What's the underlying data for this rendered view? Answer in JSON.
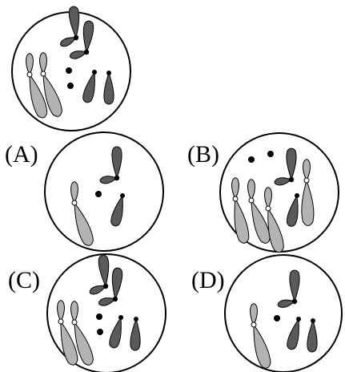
{
  "options": {
    "a": "(A)",
    "b": "(B)",
    "c": "(C)",
    "d": "(D)"
  },
  "colors": {
    "outline": "#000000",
    "light_chromosome": "#b3b3b3",
    "dark_chromosome": "#5a5a5a",
    "background": "#ffffff"
  }
}
